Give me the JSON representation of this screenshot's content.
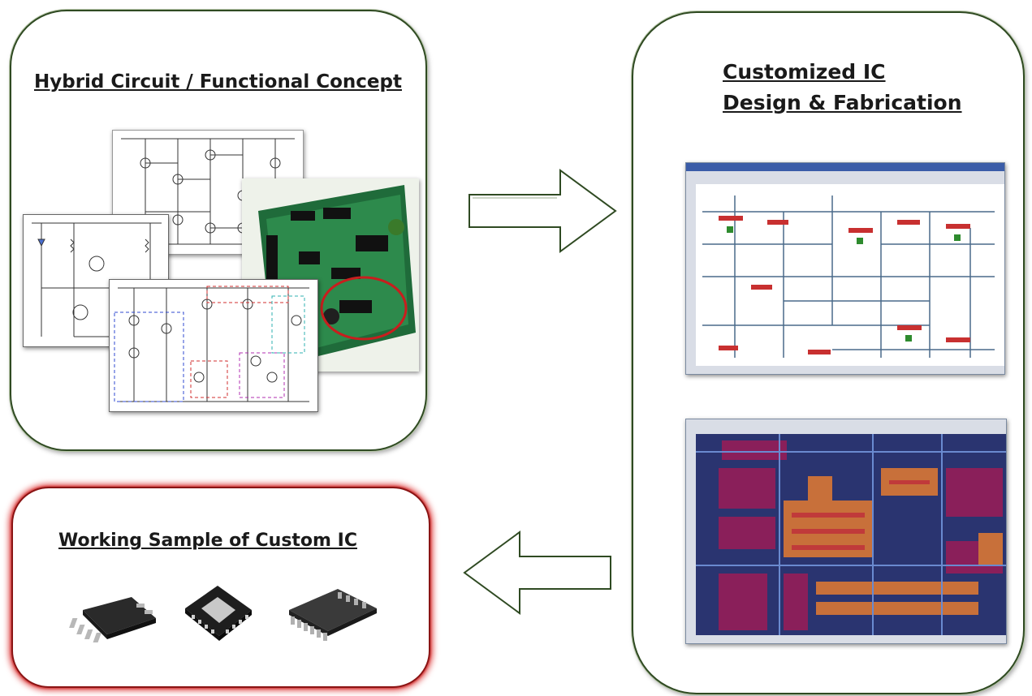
{
  "panels": {
    "concept": {
      "title": "Hybrid Circuit / Functional Concept"
    },
    "ic": {
      "title_line1": "Customized IC",
      "title_line2": "Design & Fabrication"
    },
    "sample": {
      "title": "Working Sample of Custom IC"
    }
  },
  "images": {
    "schematic_1": "transistor-schematic",
    "schematic_2": "discrete-schematic",
    "schematic_3": "transistor-schematic-colored",
    "pcb_photo": "circuit-board-photo",
    "cadence_schematic": "ic-schematic-editor-screenshot",
    "ic_layout": "ic-layout-editor-screenshot",
    "chips": [
      "msop-chip-icon",
      "qfn-chip-icon",
      "tssop-chip-icon"
    ]
  },
  "arrows": {
    "right": "arrow-right",
    "left": "arrow-left"
  },
  "colors": {
    "panel_border": "#2f4a22",
    "sample_glow": "#e04a4a",
    "arrow_stroke": "#2f4a22"
  }
}
